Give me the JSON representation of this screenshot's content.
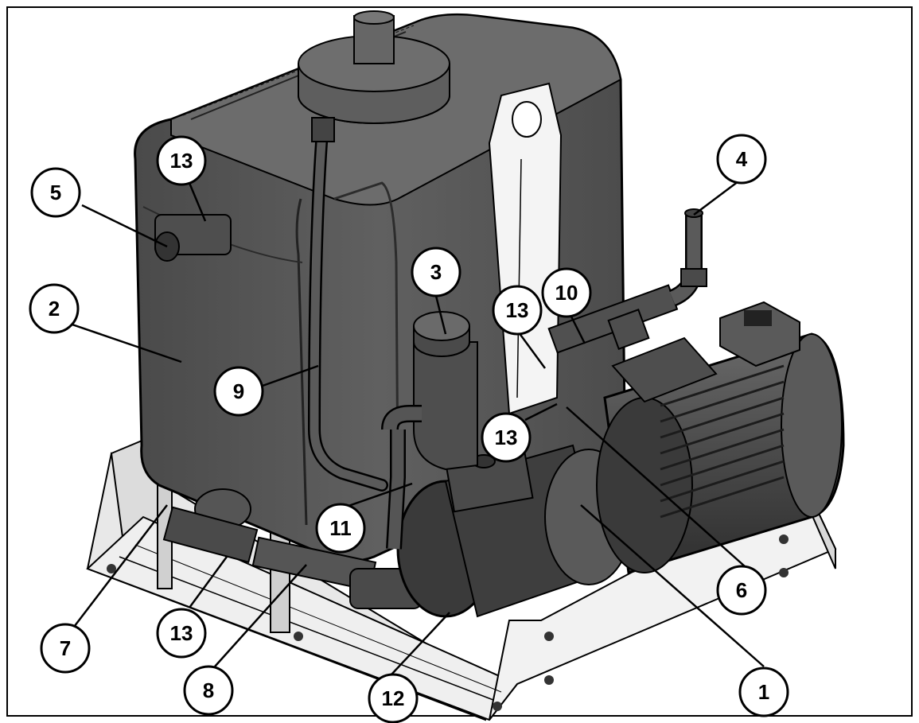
{
  "diagram": {
    "callouts": [
      {
        "id": "c1",
        "label": "1"
      },
      {
        "id": "c2",
        "label": "2"
      },
      {
        "id": "c3",
        "label": "3"
      },
      {
        "id": "c4",
        "label": "4"
      },
      {
        "id": "c5",
        "label": "5"
      },
      {
        "id": "c6",
        "label": "6"
      },
      {
        "id": "c7",
        "label": "7"
      },
      {
        "id": "c8",
        "label": "8"
      },
      {
        "id": "c9",
        "label": "9"
      },
      {
        "id": "c10",
        "label": "10"
      },
      {
        "id": "c11",
        "label": "11"
      },
      {
        "id": "c12",
        "label": "12"
      },
      {
        "id": "c13a",
        "label": "13"
      },
      {
        "id": "c13b",
        "label": "13"
      },
      {
        "id": "c13c",
        "label": "13"
      },
      {
        "id": "c13d",
        "label": "13"
      }
    ],
    "colors": {
      "tank": "#5a5a5a",
      "tank_shadow": "#3e3e3e",
      "tank_highlight": "#7a7a7a",
      "frame_metal": "#e6e6e6",
      "outline": "#000000"
    }
  }
}
